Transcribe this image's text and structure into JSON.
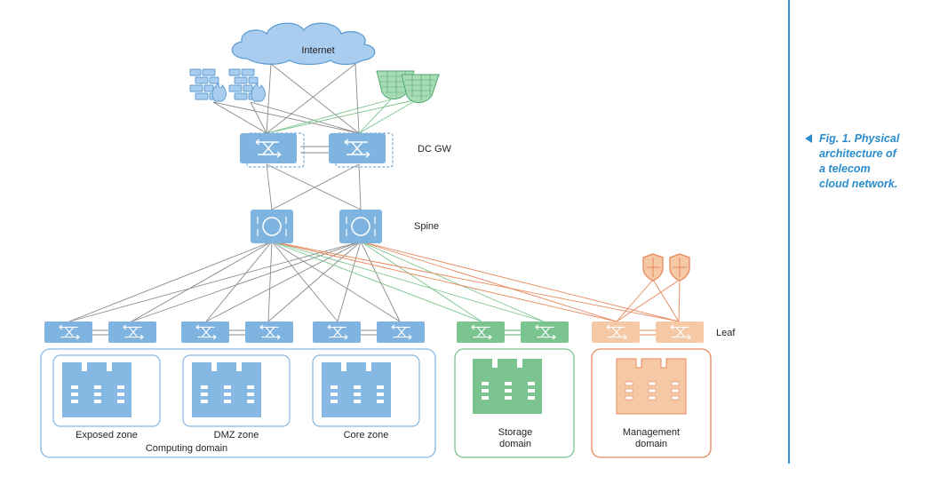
{
  "diagram": {
    "internet": "Internet",
    "dc_gw": "DC GW",
    "spine": "Spine",
    "leaf": "Leaf",
    "zones": {
      "exposed": "Exposed zone",
      "dmz": "DMZ zone",
      "core": "Core zone"
    },
    "domains": {
      "computing": "Computing domain",
      "storage_line1": "Storage",
      "storage_line2": "domain",
      "management_line1": "Management",
      "management_line2": "domain"
    }
  },
  "caption": {
    "lines": [
      "Fig. 1. Physical",
      "architecture of",
      "a telecom",
      "cloud network."
    ]
  },
  "colors": {
    "blue": "#86b8e4",
    "blue_stroke": "#5a9ad0",
    "green": "#7bc48f",
    "green_stroke": "#4ea86a",
    "orange": "#f5c8a6",
    "orange_stroke": "#e8875a",
    "caption": "#2a8ccc"
  }
}
